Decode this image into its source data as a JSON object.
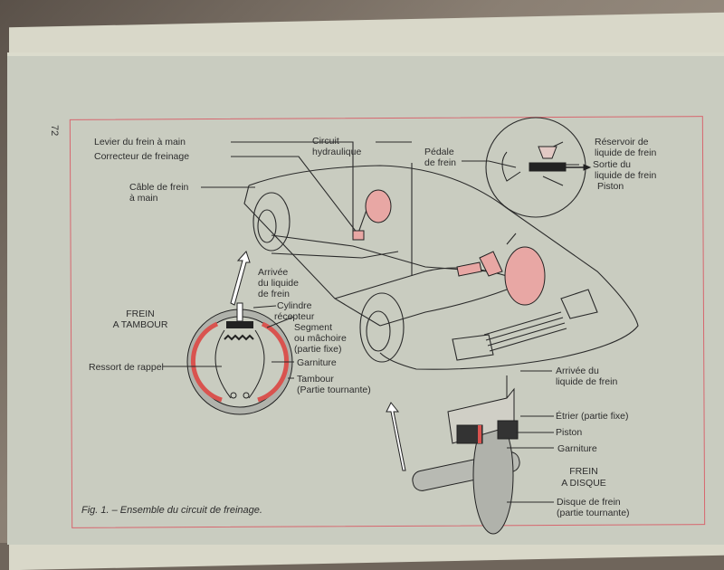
{
  "page_number": "72",
  "labels": {
    "levier": "Levier du frein à main",
    "correcteur": "Correcteur de freinage",
    "cable_1": "Câble de frein",
    "cable_2": "à main",
    "circuit_1": "Circuit",
    "circuit_2": "hydraulique",
    "pedale_1": "Pédale",
    "pedale_2": "de frein",
    "reservoir_1": "Réservoir de",
    "reservoir_2": "liquide de frein",
    "sortie_1": "Sortie du",
    "sortie_2": "liquide de frein",
    "piston_top": "Piston"
  },
  "drum_brake": {
    "title_1": "FREIN",
    "title_2": "A TAMBOUR",
    "arrivee_1": "Arrivée",
    "arrivee_2": "du liquide",
    "arrivee_3": "de frein",
    "cylindre_1": "Cylindre",
    "cylindre_2": "récepteur",
    "segment_1": "Segment",
    "segment_2": "ou mâchoire",
    "segment_3": "(partie fixe)",
    "ressort": "Ressort de rappel",
    "garniture": "Garniture",
    "tambour_1": "Tambour",
    "tambour_2": "(Partie tournante)"
  },
  "disc_brake": {
    "title_1": "FREIN",
    "title_2": "A DISQUE",
    "arrivee_1": "Arrivée du",
    "arrivee_2": "liquide de frein",
    "etrier": "Étrier (partie fixe)",
    "piston": "Piston",
    "garniture": "Garniture",
    "disque_1": "Disque de frein",
    "disque_2": "(partie tournante)"
  },
  "caption": "Fig. 1. – Ensemble du circuit de freinage.",
  "colors": {
    "frame": "#d7666e",
    "lining": "#d9534f",
    "pink_parts": "#e8a7a4"
  }
}
